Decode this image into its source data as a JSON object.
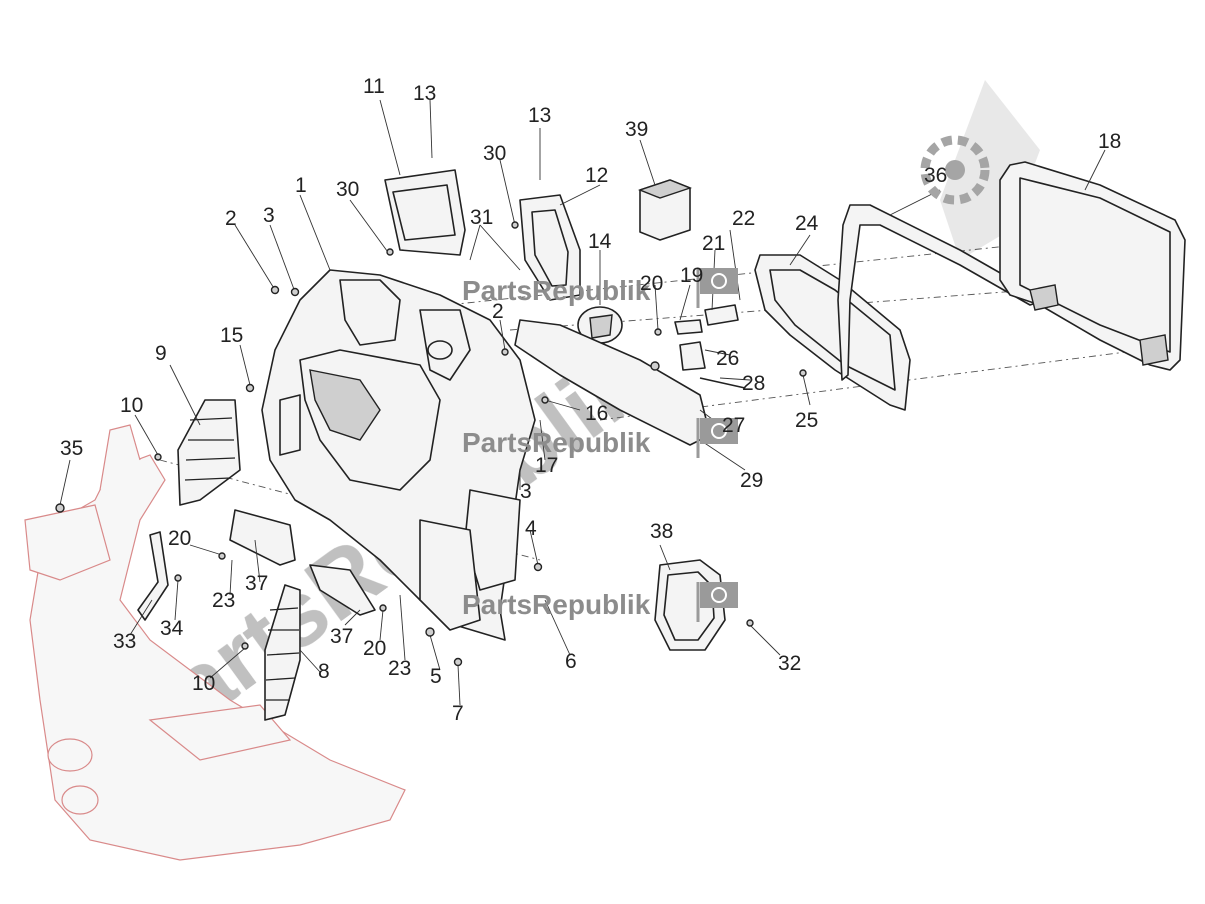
{
  "watermark": {
    "text": "PartsRepublik",
    "brand_color": "#8c8c8c",
    "icon": "gear-flag-icon"
  },
  "callouts": [
    {
      "id": "c1",
      "label": "1"
    },
    {
      "id": "c2a",
      "label": "2"
    },
    {
      "id": "c2b",
      "label": "2"
    },
    {
      "id": "c3a",
      "label": "3"
    },
    {
      "id": "c3b",
      "label": "3"
    },
    {
      "id": "c4",
      "label": "4"
    },
    {
      "id": "c5",
      "label": "5"
    },
    {
      "id": "c6",
      "label": "6"
    },
    {
      "id": "c7",
      "label": "7"
    },
    {
      "id": "c8",
      "label": "8"
    },
    {
      "id": "c9",
      "label": "9"
    },
    {
      "id": "c10a",
      "label": "10"
    },
    {
      "id": "c10b",
      "label": "10"
    },
    {
      "id": "c11",
      "label": "11"
    },
    {
      "id": "c12",
      "label": "12"
    },
    {
      "id": "c13a",
      "label": "13"
    },
    {
      "id": "c13b",
      "label": "13"
    },
    {
      "id": "c14",
      "label": "14"
    },
    {
      "id": "c15",
      "label": "15"
    },
    {
      "id": "c16",
      "label": "16"
    },
    {
      "id": "c17",
      "label": "17"
    },
    {
      "id": "c18",
      "label": "18"
    },
    {
      "id": "c19",
      "label": "19"
    },
    {
      "id": "c20a",
      "label": "20"
    },
    {
      "id": "c20b",
      "label": "20"
    },
    {
      "id": "c20c",
      "label": "20"
    },
    {
      "id": "c21",
      "label": "21"
    },
    {
      "id": "c22",
      "label": "22"
    },
    {
      "id": "c23a",
      "label": "23"
    },
    {
      "id": "c23b",
      "label": "23"
    },
    {
      "id": "c24",
      "label": "24"
    },
    {
      "id": "c25",
      "label": "25"
    },
    {
      "id": "c26",
      "label": "26"
    },
    {
      "id": "c27",
      "label": "27"
    },
    {
      "id": "c28",
      "label": "28"
    },
    {
      "id": "c29",
      "label": "29"
    },
    {
      "id": "c30a",
      "label": "30"
    },
    {
      "id": "c30b",
      "label": "30"
    },
    {
      "id": "c31",
      "label": "31"
    },
    {
      "id": "c32",
      "label": "32"
    },
    {
      "id": "c33",
      "label": "33"
    },
    {
      "id": "c34",
      "label": "34"
    },
    {
      "id": "c35",
      "label": "35"
    },
    {
      "id": "c36",
      "label": "36"
    },
    {
      "id": "c37a",
      "label": "37"
    },
    {
      "id": "c37b",
      "label": "37"
    },
    {
      "id": "c38",
      "label": "38"
    },
    {
      "id": "c39",
      "label": "39"
    }
  ]
}
